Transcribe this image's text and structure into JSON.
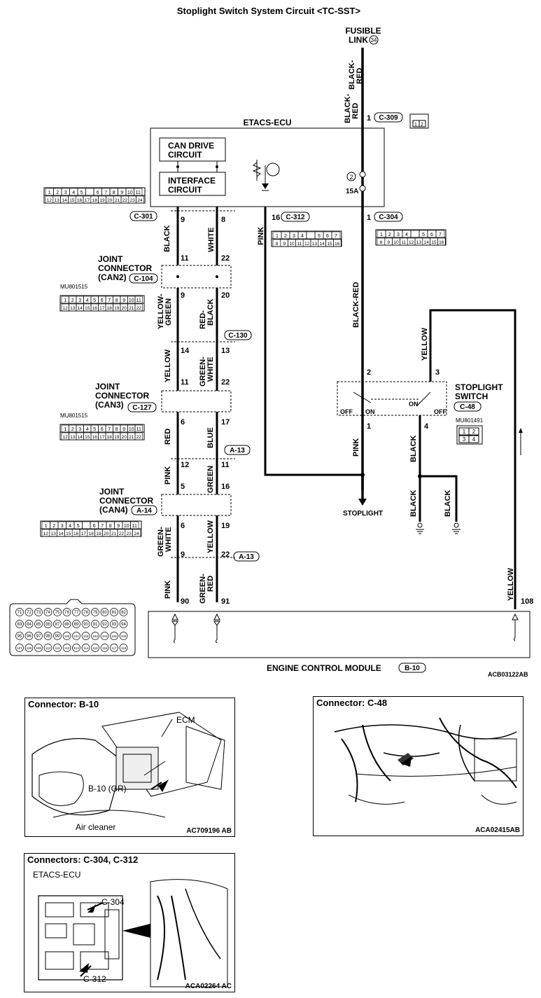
{
  "title": "Stoplight Switch System Circuit <TC-SST>",
  "fusible_link": {
    "label_line1": "FUSIBLE",
    "label_line2": "LINK",
    "number": "34"
  },
  "etacs": {
    "label": "ETACS-ECU",
    "can_drive": [
      "CAN DRIVE",
      "CIRCUIT"
    ],
    "interface": [
      "INTERFACE",
      "CIRCUIT"
    ],
    "fuse_number": "2",
    "fuse_rating": "15A"
  },
  "connectors": {
    "c309": "C-309",
    "c301": "C-301",
    "c312": "C-312",
    "c304": "C-304",
    "c104": "C-104",
    "c130": "C-130",
    "c127": "C-127",
    "a13": "A-13",
    "a14": "A-14",
    "c48": "C-48",
    "b10": "B-10"
  },
  "part_numbers": {
    "mu801515": "MU801515",
    "mu801491": "MU801491"
  },
  "joints": {
    "can2": [
      "JOINT",
      "CONNECTOR",
      "(CAN2)"
    ],
    "can3": [
      "JOINT",
      "CONNECTOR",
      "(CAN3)"
    ],
    "can4": [
      "JOINT",
      "CONNECTOR",
      "(CAN4)"
    ]
  },
  "wires": {
    "black": "BLACK",
    "white": "WHITE",
    "pink": "PINK",
    "black_red": "BLACK-RED",
    "black_dash": "BLACK-",
    "red": "RED",
    "yellow_dash": "YELLOW-",
    "green": "GREEN",
    "red_dash": "RED-",
    "yellow": "YELLOW",
    "green_dash": "GREEN-",
    "white_word": "WHITE",
    "blue": "BLUE"
  },
  "pins": {
    "p1": "1",
    "p9": "9",
    "p8": "8",
    "p16": "16",
    "p11": "11",
    "p22": "22",
    "p20": "20",
    "p14": "14",
    "p13": "13",
    "p6": "6",
    "p17": "17",
    "p12": "12",
    "p5": "5",
    "p19": "19",
    "p90": "90",
    "p91": "91",
    "p108": "108",
    "p2": "2",
    "p3": "3",
    "p4": "4"
  },
  "switch": {
    "label": [
      "STOPLIGHT",
      "SWITCH"
    ],
    "off": "OFF",
    "on": "ON"
  },
  "stoplight_label": "STOPLIGHT",
  "ecm": {
    "label": "ENGINE CONTROL MODULE",
    "code": "ACB03122AB"
  },
  "photos": {
    "b10": {
      "title": "Connector: B-10",
      "ecm": "ECM",
      "callout": "B-10 (GR)",
      "air": "Air cleaner",
      "code": "AC709196 AB"
    },
    "c48": {
      "title": "Connector: C-48",
      "code": "ACA02415AB"
    },
    "c304": {
      "title": "Connectors: C-304, C-312",
      "etacs": "ETACS-ECU",
      "c304": "C-304",
      "c312": "C-312",
      "code": "ACA02264 AC"
    }
  },
  "connector_faces": {
    "c301_top": [
      "1",
      "2",
      "3",
      "4",
      "5",
      "",
      "6",
      "7",
      "8",
      "9",
      "10",
      "11"
    ],
    "c301_bot": [
      "12",
      "13",
      "14",
      "15",
      "16",
      "17",
      "18",
      "19",
      "20",
      "21",
      "22",
      "23",
      "24"
    ],
    "c312_top": [
      "1",
      "2",
      "3",
      "4",
      "",
      "5",
      "6",
      "7"
    ],
    "c312_bot": [
      "8",
      "9",
      "10",
      "11",
      "12",
      "13",
      "14",
      "15",
      "16"
    ],
    "c104_top": [
      "1",
      "2",
      "3",
      "4",
      "5",
      "6",
      "7",
      "8",
      "9",
      "10",
      "11"
    ],
    "c104_bot": [
      "12",
      "13",
      "14",
      "15",
      "16",
      "17",
      "18",
      "19",
      "20",
      "21",
      "22"
    ],
    "c48": [
      "1",
      "2",
      "3",
      "4"
    ],
    "c309": [
      "1",
      "2"
    ],
    "b10_rows": [
      [
        "71",
        "72",
        "73",
        "74",
        "75",
        "76",
        "77",
        "78",
        "79",
        "80",
        "81",
        "82"
      ],
      [
        "83",
        "84",
        "85",
        "86",
        "87",
        "88",
        "89",
        "90",
        "91",
        "92",
        "93",
        "94"
      ],
      [
        "95",
        "96",
        "97",
        "98",
        "99",
        "100",
        "101",
        "102",
        "103",
        "104",
        "105",
        "106"
      ],
      [
        "107",
        "108",
        "109",
        "110",
        "111",
        "112",
        "113",
        "114",
        "115",
        "116",
        "117",
        "118"
      ]
    ]
  }
}
